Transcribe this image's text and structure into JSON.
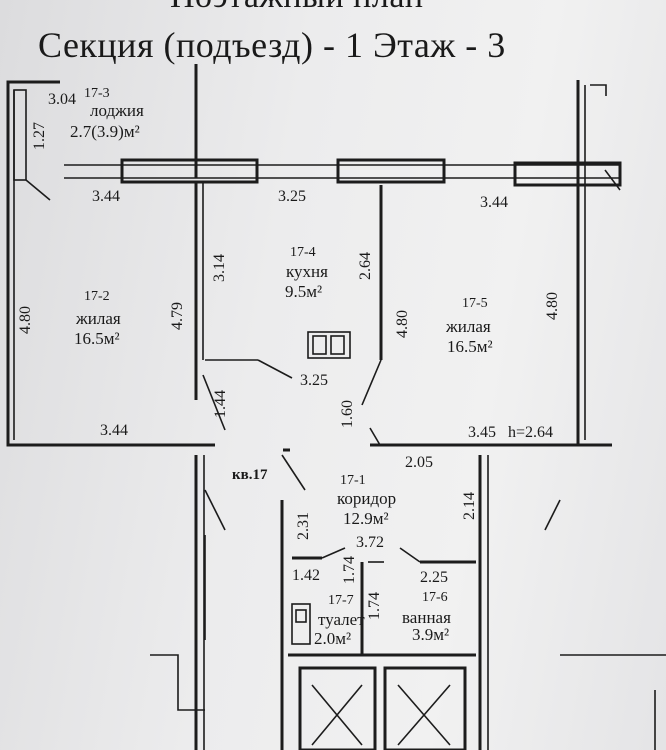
{
  "header": {
    "top_title": "Поэтажный план",
    "subtitle": "Секция (подъезд) - 1  Этаж  - 3"
  },
  "apartment": {
    "label": "кв.17"
  },
  "rooms": [
    {
      "id": "17-1",
      "name": "коридор",
      "area": "12.9м²"
    },
    {
      "id": "17-2",
      "name": "жилая",
      "area": "16.5м²"
    },
    {
      "id": "17-3",
      "name": "лоджия",
      "area": "2.7(3.9)м²"
    },
    {
      "id": "17-4",
      "name": "кухня",
      "area": "9.5м²"
    },
    {
      "id": "17-5",
      "name": "жилая",
      "area": "16.5м²"
    },
    {
      "id": "17-6",
      "name": "ванная",
      "area": "3.9м²"
    },
    {
      "id": "17-7",
      "name": "туалет",
      "area": "2.0м²"
    }
  ],
  "dimensions": {
    "loggia_width": "3.04",
    "loggia_depth": "1.27",
    "room2_top": "3.44",
    "room4_top": "3.25",
    "room5_top": "3.44",
    "room2_left": "4.80",
    "room2_right": "4.79",
    "room4_left": "3.14",
    "room4_right": "2.64",
    "room5_left": "4.80",
    "room5_right": "4.80",
    "room4_bottom": "3.25",
    "door_1_44": "1.44",
    "door_1_60": "1.60",
    "room2_bottom": "3.44",
    "room5_bottom": "3.45",
    "ceiling_height": "h=2.64",
    "corridor_top": "2.05",
    "corridor_right": "2.14",
    "corridor_left": "2.31",
    "corridor_bottom": "3.72",
    "toilet_top": "1.42",
    "toilet_side_a": "1.74",
    "toilet_side_b": "1.74",
    "bath_top": "2.25"
  }
}
